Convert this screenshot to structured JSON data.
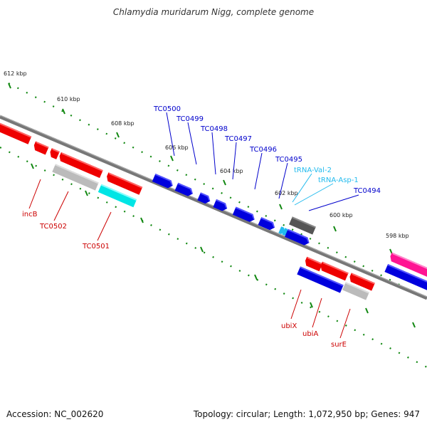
{
  "title": "Chlamydia muridarum Nigg, complete genome",
  "footer": {
    "accession": "Accession: NC_002620",
    "summary": "Topology: circular; Length: 1,072,950 bp; Genes: 947"
  },
  "ticks": [
    "612 kbp",
    "610 kbp",
    "608 kbp",
    "606 kbp",
    "604 kbp",
    "602 kbp",
    "600 kbp",
    "598 kbp"
  ],
  "labels_top": [
    "TC0500",
    "TC0499",
    "TC0498",
    "TC0497",
    "TC0496",
    "TC0495",
    "tRNA-Val-2",
    "tRNA-Asp-1",
    "TC0494"
  ],
  "labels_bottom": [
    "incB",
    "TC0502",
    "TC0501",
    "ubiX",
    "ubiA",
    "surE"
  ],
  "colors": {
    "forward_gene": "#0000dd",
    "reverse_gene": "#ee0000",
    "trna": "#22bbee",
    "grey_gene": "#bbbbbb",
    "dark_gene": "#555555",
    "cyan_gene": "#00e5e5",
    "pink_gene": "#ff1493",
    "tick": "#118811",
    "backbone": "#777777"
  }
}
